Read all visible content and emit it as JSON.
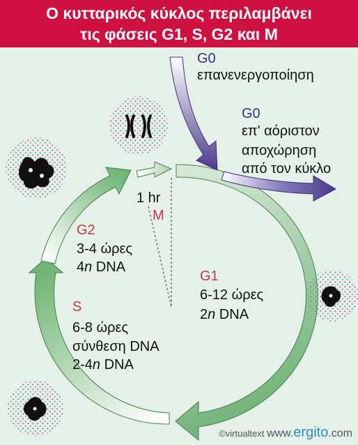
{
  "title": {
    "line1": "Ο κυτταρικός κύκλος περιλαμβάνει",
    "line2": "τις φάσεις G1, S, G2 και Μ"
  },
  "g0_reentry": {
    "label": "G0",
    "text": "επανενεργοποίηση"
  },
  "g0_exit": {
    "label": "G0",
    "line1": "επ' αόριστον",
    "line2": "αποχώρηση",
    "line3": "από τον κύκλο"
  },
  "m_phase": {
    "duration": "1 hr",
    "label": "M"
  },
  "g2_phase": {
    "label": "G2",
    "duration": "3-4 ώρες",
    "dna_num": "4",
    "dna_var": "n",
    "dna_unit": " DNA"
  },
  "s_phase": {
    "label": "S",
    "duration": "6-8 ώρες",
    "activity": "σύνθεση DNA",
    "dna_pre": "2-4",
    "dna_var": "n",
    "dna_unit": " DNA"
  },
  "g1_phase": {
    "label": "G1",
    "duration": "6-12 ώρες",
    "dna_num": "2",
    "dna_var": "n",
    "dna_unit": " DNA"
  },
  "credit": {
    "copyright": "©virtualtext",
    "url_pre": "www.",
    "brand": "ergito",
    "url_post": ".com"
  },
  "colors": {
    "header": "#cf1141",
    "background": "#e5f0e8",
    "phase_label": "#c0394e",
    "g0_label": "#3b2f80",
    "arrow_green": "#7cba80",
    "arrow_purple": "#4a3a8c"
  }
}
